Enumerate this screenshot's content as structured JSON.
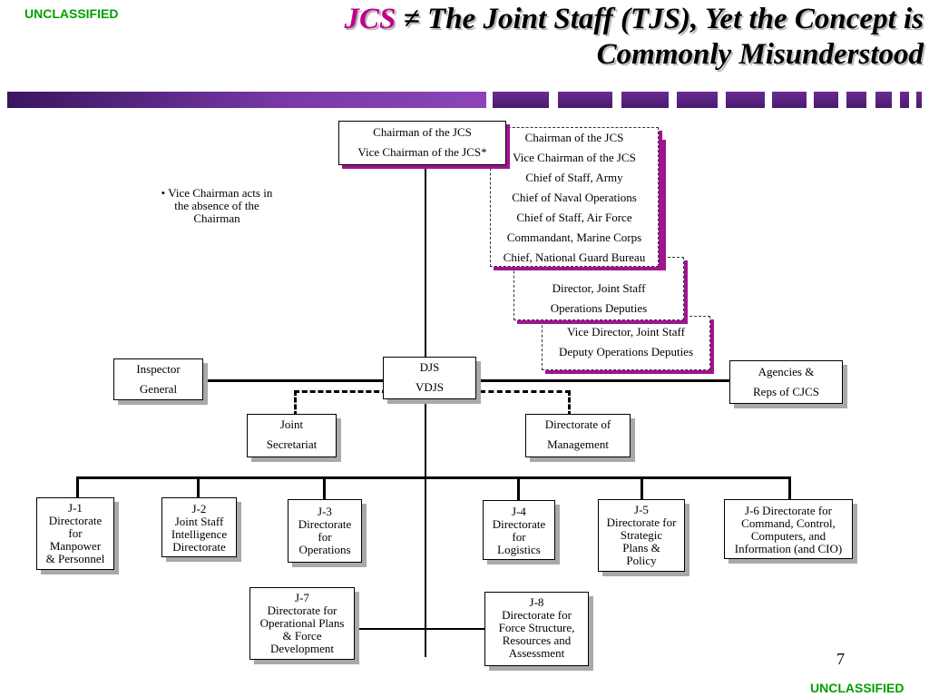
{
  "classification_top": "UNCLASSIFIED",
  "classification_bottom": "UNCLASSIFIED",
  "title": {
    "acronym": "JCS",
    "line1_rest": " ≠ The Joint Staff (TJS), Yet the Concept is",
    "line2": "Commonly Misunderstood"
  },
  "note": "• Vice Chairman acts in the absence of the Chairman",
  "chairman_box": [
    "Chairman of the JCS",
    "Vice Chairman of the JCS*"
  ],
  "jcs_box": [
    "Chairman of the JCS",
    "Vice Chairman of the JCS",
    "Chief of Staff, Army",
    "Chief of Naval Operations",
    "Chief of Staff, Air Force",
    "Commandant, Marine Corps",
    "Chief, National Guard Bureau"
  ],
  "director_box": [
    "Director, Joint Staff",
    "Operations Deputies"
  ],
  "vice_director_box": [
    "Vice Director, Joint Staff",
    "Deputy Operations Deputies"
  ],
  "inspector": [
    "Inspector",
    "General"
  ],
  "djs": [
    "DJS",
    "VDJS"
  ],
  "agencies": [
    "Agencies &",
    "Reps of CJCS"
  ],
  "joint_secretariat": [
    "Joint",
    "Secretariat"
  ],
  "dom": [
    "Directorate of",
    "Management"
  ],
  "j1": [
    "J-1",
    "Directorate",
    "for",
    "Manpower",
    "& Personnel"
  ],
  "j2": [
    "J-2",
    "Joint Staff",
    "Intelligence",
    "Directorate"
  ],
  "j3": [
    "J-3",
    "Directorate",
    "for",
    "Operations"
  ],
  "j4": [
    "J-4",
    "Directorate",
    "for",
    "Logistics"
  ],
  "j5": [
    "J-5",
    "Directorate for",
    "Strategic",
    "Plans &",
    "Policy"
  ],
  "j6": [
    "J-6 Directorate for",
    "Command, Control,",
    "Computers, and",
    "Information (and CIO)"
  ],
  "j7": [
    "J-7",
    "Directorate for",
    "Operational Plans",
    "& Force",
    "Development"
  ],
  "j8": [
    "J-8",
    "Directorate for",
    "Force Structure,",
    "Resources and",
    "Assessment"
  ],
  "page_number": "7",
  "colors": {
    "accent": "#c0008a",
    "classification": "#00a000",
    "bar": "#6a2c91",
    "pink_shadow": "#a0148e"
  }
}
